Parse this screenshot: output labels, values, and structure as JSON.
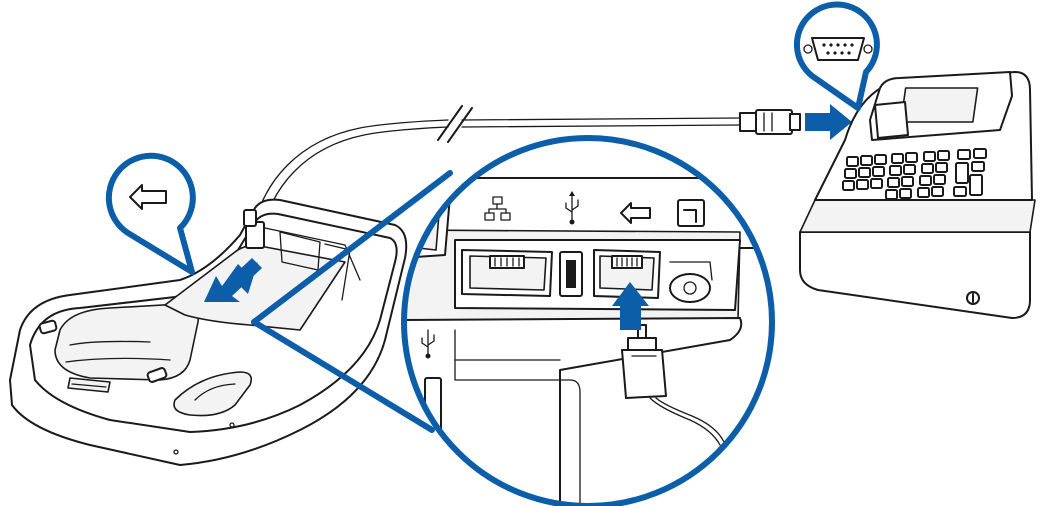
{
  "diagram": {
    "colors": {
      "callout": "#0d5ea8",
      "line": "#1a1a1a",
      "background": "#ffffff"
    },
    "icons": [
      "serial-port-icon",
      "serial-cable-icon",
      "network-icon",
      "usb-icon",
      "rs232-arrow-icon",
      "power-icon",
      "rj45-plug-icon"
    ],
    "components": [
      "payment-terminal-base",
      "cash-register",
      "serial-cable",
      "rj45-serial-adapter"
    ]
  }
}
